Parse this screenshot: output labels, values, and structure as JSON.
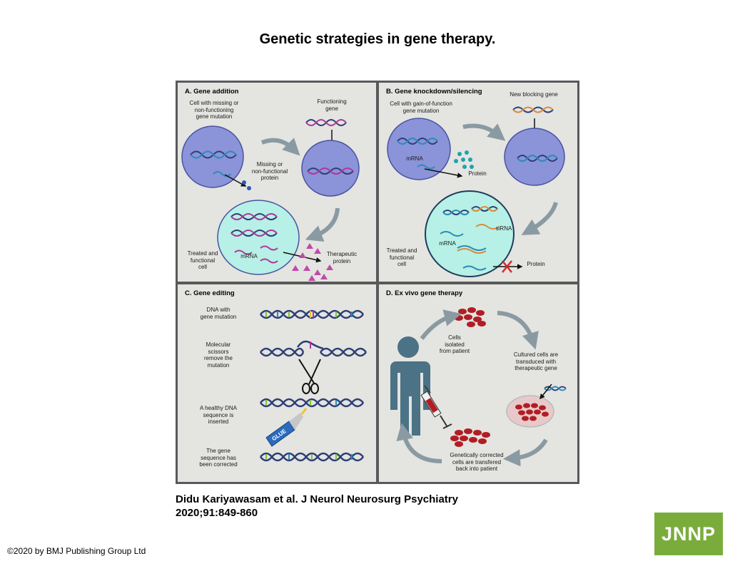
{
  "title": "Genetic strategies in gene therapy.",
  "citation": {
    "line1": "Didu Kariyawasam et al. J Neurol Neurosurg Psychiatry",
    "line2": "2020;91:849-860"
  },
  "copyright": "©2020 by BMJ Publishing Group Ltd",
  "logo": "JNNP",
  "colors": {
    "panel_bg": "#e4e4e1",
    "border": "#58595b",
    "cell_blue": "#8b93d9",
    "cell_aqua": "#b7f0e6",
    "dna_dark": "#2e3f74",
    "dna_blue": "#2a8bb8",
    "dna_pink": "#b0379a",
    "protein_pink": "#c04aa8",
    "protein_teal": "#1ea4ad",
    "red_cells": "#b01e24",
    "person": "#4b7285",
    "logo_green": "#7aac3c"
  },
  "panels": {
    "a": {
      "title": "A. Gene addition",
      "cell_label": "Cell with missing or\nnon-functioning\ngene mutation",
      "functioning_gene": "Functioning\ngene",
      "missing_protein": "Missing or\nnon-functional\nprotein",
      "treated_cell": "Treated and\nfunctional\ncell",
      "mrna": "mRNA",
      "therapeutic_protein": "Therapeutic\nprotein"
    },
    "b": {
      "title": "B. Gene knockdown/silencing",
      "cell_label": "Cell with gain-of-function\ngene mutation",
      "new_blocking_gene": "New blocking gene",
      "mrna_top": "mRNA",
      "protein_top": "Protein",
      "treated_cell": "Treated and\nfunctional\ncell",
      "sirna": "siRNA",
      "mrna_bottom": "mRNA",
      "protein_bottom": "Protein"
    },
    "c": {
      "title": "C. Gene editing",
      "step1": "DNA with\ngene mutation",
      "step2": "Molecular\nscissors\nremove the\nmutation",
      "step3": "A healthy DNA\nsequence is\ninserted",
      "glue": "GLUE",
      "step4": "The gene\nsequence has\nbeen corrected"
    },
    "d": {
      "title": "D. Ex vivo gene therapy",
      "cells_isolated": "Cells\nisolated\nfrom patient",
      "cultured_cells": "Cultured cells are\ntransduced with\ntherapeutic gene",
      "corrected_cells": "Genetically corrected\ncells are transfered\nback into patient"
    }
  }
}
